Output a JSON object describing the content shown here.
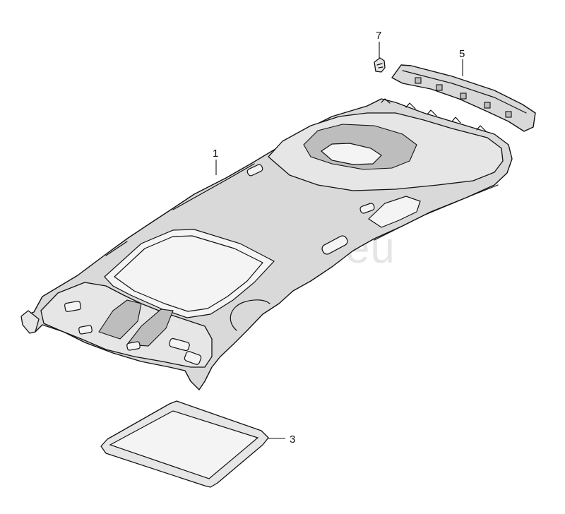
{
  "diagram": {
    "callouts": [
      {
        "id": "1",
        "label": "1"
      },
      {
        "id": "3",
        "label": "3"
      },
      {
        "id": "5",
        "label": "5"
      },
      {
        "id": "7",
        "label": "7"
      }
    ],
    "watermark": "vagtec.eu"
  }
}
